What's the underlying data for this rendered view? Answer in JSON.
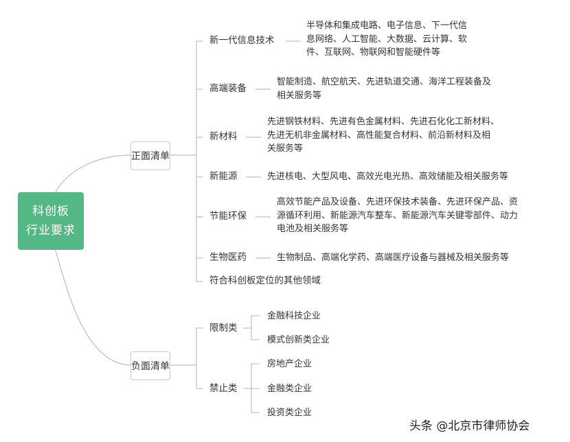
{
  "root": {
    "line1": "科创板",
    "line2": "行业要求"
  },
  "positive": {
    "title": "正面清单",
    "items": [
      {
        "name": "新一代信息技术",
        "lines": [
          "半导体和集成电路、电子信息、下一代信",
          "息网络、人工智能、大数据、云计算、软",
          "件、互联网、物联网和智能硬件等"
        ]
      },
      {
        "name": "高端装备",
        "lines": [
          "智能制造、航空航天、先进轨道交通、海洋工程装备及",
          "相关服务等"
        ]
      },
      {
        "name": "新材料",
        "lines": [
          "先进钢铁材料、先进有色金属材料、先进石化化工新材料、",
          "先进无机非金属材料、高性能复合材料、前沿新材料及相",
          "关服务等"
        ]
      },
      {
        "name": "新能源",
        "lines": [
          "先进核电、大型风电、高效光电光热、高效储能及相关服务等"
        ]
      },
      {
        "name": "节能环保",
        "lines": [
          "高效节能产品及设备、先进环保技术装备、先进环保产品、资",
          "源循环利用、新能源汽车整车、新能源汽车关键零部件、动力",
          "电池及相关服务等"
        ]
      },
      {
        "name": "生物医药",
        "lines": [
          "生物制品、高端化学药、高端医疗设备与器械及相关服务等"
        ]
      },
      {
        "name": "符合科创板定位的其他领域",
        "lines": []
      }
    ]
  },
  "negative": {
    "title": "负面清单",
    "groups": [
      {
        "name": "限制类",
        "items": [
          "金融科技企业",
          "模式创新类企业"
        ]
      },
      {
        "name": "禁止类",
        "items": [
          "房地产企业",
          "金融类企业",
          "投资类企业"
        ]
      }
    ]
  },
  "watermark": "头条 @北京市律师协会"
}
